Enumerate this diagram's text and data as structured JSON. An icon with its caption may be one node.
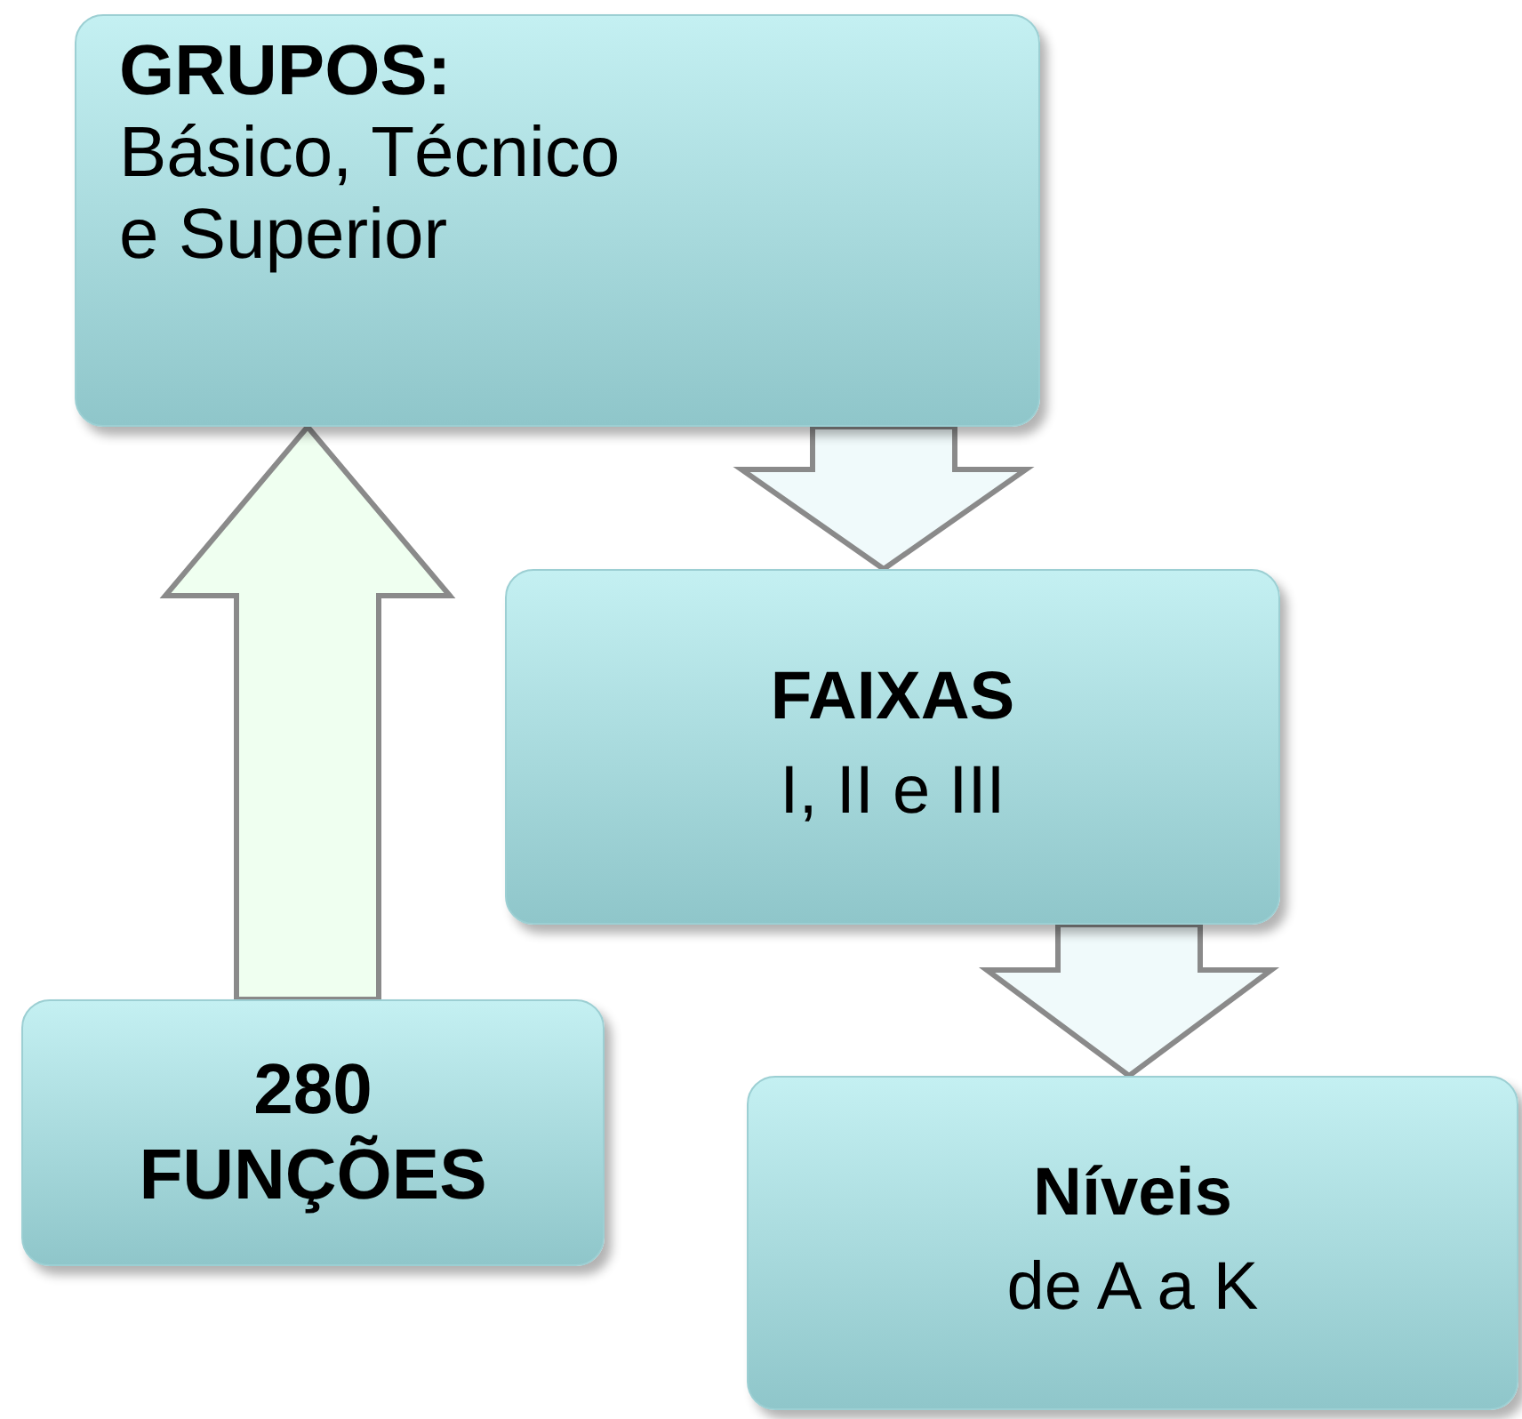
{
  "diagram": {
    "nodes": [
      {
        "text": [
          "GRUPOS:",
          "Básico, Técnico e Superior"
        ]
      },
      {
        "text": [
          "FAIXAS",
          "I, II e III"
        ]
      },
      {
        "text": [
          "280 FUNÇÕES"
        ]
      },
      {
        "text": [
          "Níveis",
          "de A a K"
        ]
      }
    ],
    "edges": [
      {
        "from": 2,
        "to": 0,
        "arrow": "to"
      },
      {
        "from": 0,
        "to": 1,
        "arrow": "to"
      },
      {
        "from": 1,
        "to": 3,
        "arrow": "to"
      }
    ]
  }
}
